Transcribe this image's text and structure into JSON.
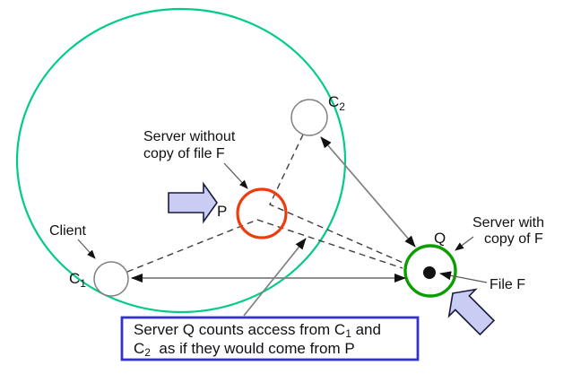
{
  "colors": {
    "teal": "#00CC88",
    "orange": "#EE3D0D",
    "green": "#0A9E00",
    "lavender": "#C9CCF3",
    "lavender_border": "#1A1A40",
    "box_blue": "#3232CC",
    "line_gray": "#7F7F7F",
    "dash_gray": "#3F3F3F",
    "pointer_gray": "#5A5A5A",
    "node_gray": "#808080",
    "arrow_black": "#111111"
  },
  "labels": {
    "server_without": {
      "line1": "Server without",
      "line2": "copy of file F"
    },
    "server_with": {
      "line1": "Server with",
      "line2": "copy of F"
    },
    "client": "Client",
    "file_f": "File F",
    "p": "P",
    "q": "Q",
    "c1": {
      "base": "C",
      "sub": "1"
    },
    "c2": {
      "base": "C",
      "sub": "2"
    }
  },
  "note_box": {
    "line1_pre": "Server Q counts access from C",
    "line1_sub": "1",
    "line1_post": " and",
    "line2_pre": "C",
    "line2_sub": "2",
    "line2_post": "  as if they would come from P"
  }
}
